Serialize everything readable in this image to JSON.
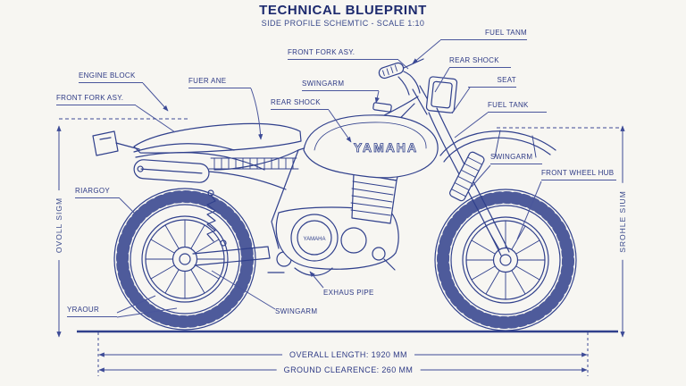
{
  "header": {
    "title": "TECHNICAL BLUEPRINT",
    "subtitle": "SIDE PROFILE SCHEMTIC - SCALE 1:10"
  },
  "branding": {
    "tank_logo": "YAMAHA",
    "engine_badge": "YAMAHA"
  },
  "labels": {
    "engine_block": "ENGINE BLOCK",
    "front_fork_asy_left": "FRONT FORK ASY.",
    "fuer_ane": "FUER ANE",
    "front_fork_asy_top": "FRONT FORK ASY.",
    "swingarm_top": "SWINGARM",
    "rear_shock_center": "REAR SHOCK",
    "fuel_tanm": "FUEL TANM",
    "rear_shock_right": "REAR SHOCK",
    "seat": "SEAT",
    "fuel_tank_right": "FUEL TANK",
    "swingarm_right": "SWINGARM",
    "front_wheel_hub": "FRONT WHEEL HUB",
    "riargoy": "RIARGOY",
    "yraour": "YRAOUR",
    "swingarm_bottom": "SWINGARM",
    "exhaus_pipe": "EXHAUS PIPE"
  },
  "dimensions": {
    "overall_length": "OVERALL LENGTH: 1920 MM",
    "ground_clearance": "GROUND CLEARENCE: 260 MM",
    "left_vertical": "OVOLL SIGM",
    "right_vertical": "SROHLE SIUM"
  },
  "colors": {
    "ink": "#30408c",
    "title": "#1d2a6e",
    "paper": "#f7f6f2"
  }
}
